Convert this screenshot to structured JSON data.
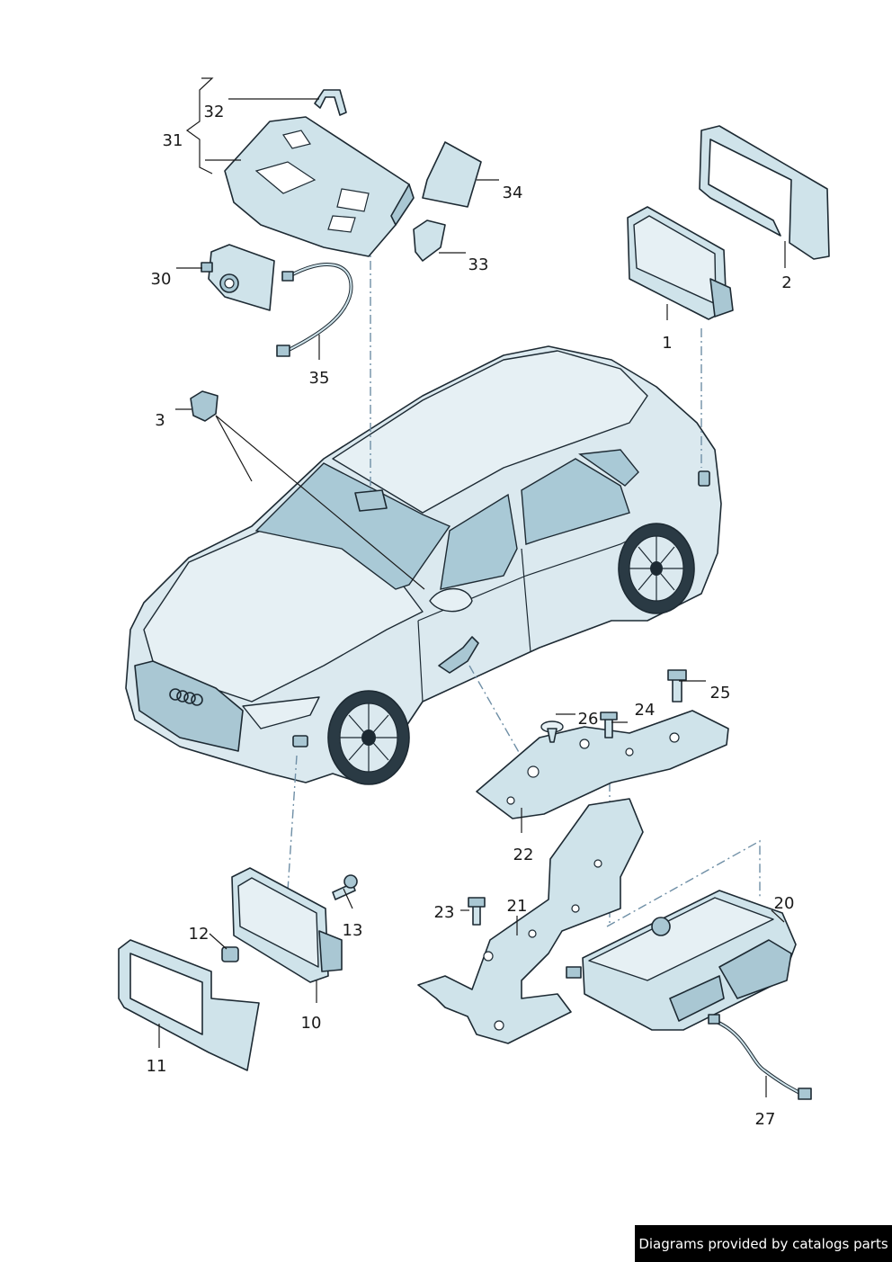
{
  "callouts": [
    "1",
    "2",
    "3",
    "10",
    "11",
    "12",
    "13",
    "20",
    "21",
    "22",
    "23",
    "24",
    "25",
    "26",
    "27",
    "30",
    "31",
    "32",
    "33",
    "34",
    "35"
  ],
  "credit": "Diagrams provided by catalogs parts"
}
